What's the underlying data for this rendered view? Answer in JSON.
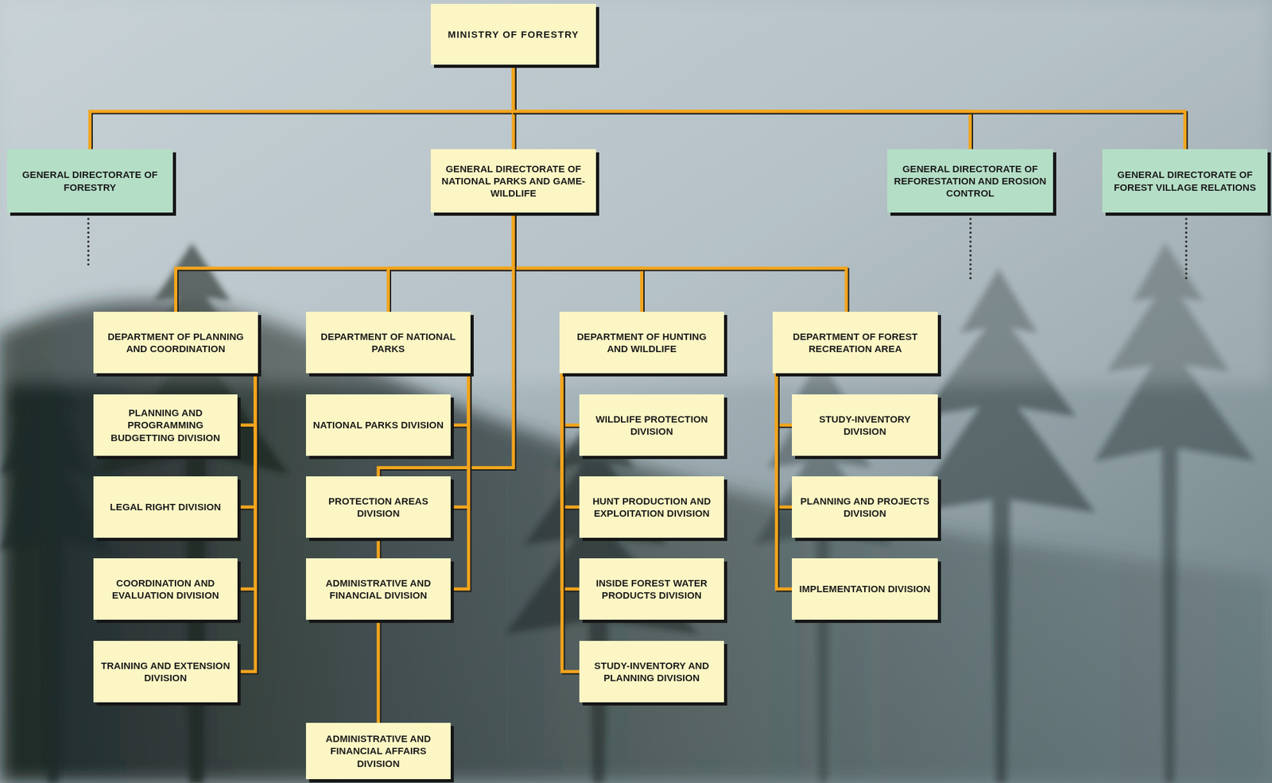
{
  "diagram": {
    "nodes": [
      {
        "text": [
          "MINISTRY OF FORESTRY"
        ]
      },
      {
        "text": [
          "GENERAL DIRECTORATE OF FORESTRY"
        ]
      },
      {
        "text": [
          "GENERAL DIRECTORATE OF NATIONAL PARKS AND GAME-WILDLIFE"
        ]
      },
      {
        "text": [
          "GENERAL DIRECTORATE OF REFORESTATION AND EROSION CONTROL"
        ]
      },
      {
        "text": [
          "GENERAL DIRECTORATE OF FOREST VILLAGE RELATIONS"
        ]
      },
      {
        "text": [
          "DEPARTMENT OF PLANNING AND COORDINATION"
        ]
      },
      {
        "text": [
          "DEPARTMENT OF NATIONAL PARKS"
        ]
      },
      {
        "text": [
          "DEPARTMENT OF HUNTING AND WILDLIFE"
        ]
      },
      {
        "text": [
          "DEPARTMENT OF FOREST RECREATION AREA"
        ]
      },
      {
        "text": [
          "PLANNING AND PROGRAMMING BUDGETTING DIVISION"
        ]
      },
      {
        "text": [
          "LEGAL RIGHT DIVISION"
        ]
      },
      {
        "text": [
          "COORDINATION AND EVALUATION DIVISION"
        ]
      },
      {
        "text": [
          "TRAINING AND EXTENSION DIVISION"
        ]
      },
      {
        "text": [
          "NATIONAL PARKS DIVISION"
        ]
      },
      {
        "text": [
          "PROTECTION AREAS DIVISION"
        ]
      },
      {
        "text": [
          "ADMINISTRATIVE AND FINANCIAL DIVISION"
        ]
      },
      {
        "text": [
          "WILDLIFE PROTECTION DIVISION"
        ]
      },
      {
        "text": [
          "HUNT PRODUCTION AND EXPLOITATION DIVISION"
        ]
      },
      {
        "text": [
          "INSIDE FOREST WATER PRODUCTS DIVISION"
        ]
      },
      {
        "text": [
          "STUDY-INVENTORY AND PLANNING DIVISION"
        ]
      },
      {
        "text": [
          "STUDY-INVENTORY DIVISION"
        ]
      },
      {
        "text": [
          "PLANNING AND PROJECTS DIVISION"
        ]
      },
      {
        "text": [
          "IMPLEMENTATION DIVISION"
        ]
      },
      {
        "text": [
          "ADMINISTRATIVE AND FINANCIAL AFFAIRS DIVISION"
        ]
      }
    ],
    "edges": [
      {
        "from": 0,
        "to": 1,
        "arrow": "none"
      },
      {
        "from": 0,
        "to": 2,
        "arrow": "none"
      },
      {
        "from": 0,
        "to": 3,
        "arrow": "none"
      },
      {
        "from": 0,
        "to": 4,
        "arrow": "none"
      },
      {
        "from": 2,
        "to": 5,
        "arrow": "none"
      },
      {
        "from": 2,
        "to": 6,
        "arrow": "none"
      },
      {
        "from": 2,
        "to": 7,
        "arrow": "none"
      },
      {
        "from": 2,
        "to": 8,
        "arrow": "none"
      },
      {
        "from": 2,
        "to": 23,
        "arrow": "none"
      },
      {
        "from": 5,
        "to": 9,
        "arrow": "none"
      },
      {
        "from": 5,
        "to": 10,
        "arrow": "none"
      },
      {
        "from": 5,
        "to": 11,
        "arrow": "none"
      },
      {
        "from": 5,
        "to": 12,
        "arrow": "none"
      },
      {
        "from": 6,
        "to": 13,
        "arrow": "none"
      },
      {
        "from": 6,
        "to": 14,
        "arrow": "none"
      },
      {
        "from": 6,
        "to": 15,
        "arrow": "none"
      },
      {
        "from": 7,
        "to": 16,
        "arrow": "none"
      },
      {
        "from": 7,
        "to": 17,
        "arrow": "none"
      },
      {
        "from": 7,
        "to": 18,
        "arrow": "none"
      },
      {
        "from": 7,
        "to": 19,
        "arrow": "none"
      },
      {
        "from": 8,
        "to": 20,
        "arrow": "none"
      },
      {
        "from": 8,
        "to": 21,
        "arrow": "none"
      },
      {
        "from": 8,
        "to": 22,
        "arrow": "none"
      }
    ]
  }
}
